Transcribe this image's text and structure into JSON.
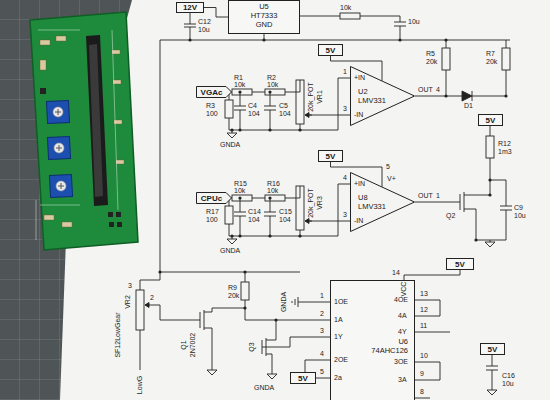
{
  "diagram": {
    "nodes": [
      {
        "text": [
          "12V"
        ]
      },
      {
        "text": [
          "U5",
          "HT7333",
          "GND"
        ]
      },
      {
        "text": [
          "5V"
        ]
      },
      {
        "text": [
          "VGAc"
        ]
      },
      {
        "text": [
          "U2",
          "LMV331"
        ]
      },
      {
        "text": [
          "5V"
        ]
      },
      {
        "text": [
          "5V"
        ]
      },
      {
        "text": [
          "CPUc"
        ]
      },
      {
        "text": [
          "U8",
          "LMV331"
        ]
      },
      {
        "text": [
          "5V"
        ]
      },
      {
        "text": [
          "U6",
          "74AHC126"
        ]
      },
      {
        "text": [
          "5V"
        ]
      },
      {
        "text": [
          "5V"
        ]
      }
    ],
    "edges": [
      {
        "from": 0,
        "to": 1,
        "arrow": "none"
      },
      {
        "from": 2,
        "to": 4,
        "arrow": "none"
      },
      {
        "from": 6,
        "to": 8,
        "arrow": "none"
      },
      {
        "from": 9,
        "to": 10,
        "arrow": "none"
      },
      {
        "from": 12,
        "to": 10,
        "arrow": "none"
      }
    ],
    "labels": [
      "C12",
      "10u",
      "10k",
      "10u",
      "R5",
      "20k",
      "R7",
      "20k",
      "R1",
      "10k",
      "R2",
      "10k",
      "20k_POT",
      "VR1",
      "+IN",
      "-IN",
      "1",
      "3",
      "OUT",
      "4",
      "D1",
      "R3",
      "100",
      "C4",
      "104",
      "C5",
      "104",
      "GNDA",
      "R12",
      "1m3",
      "R15",
      "10k",
      "R16",
      "10k",
      "20k_POT",
      "VR3",
      "V+",
      "5",
      "+IN",
      "-IN",
      "4",
      "3",
      "OUT",
      "1",
      "Q2",
      "C9",
      "10u",
      "R17",
      "100",
      "C14",
      "104",
      "C15",
      "104",
      "GNDA",
      "R9",
      "20k",
      "SF12LowGear",
      "3",
      "VR2",
      "2",
      "Q1",
      "2N7002",
      "GNDA",
      "Q3",
      "GNDA",
      "LowG",
      "1",
      "1OE",
      "2",
      "1A",
      "3",
      "1Y",
      "4",
      "2OE",
      "5",
      "2a",
      "14",
      "VCC",
      "13",
      "4OE",
      "12",
      "4A",
      "11",
      "4Y",
      "10",
      "3OE",
      "9",
      "3A",
      "8",
      "C16",
      "10u"
    ]
  }
}
